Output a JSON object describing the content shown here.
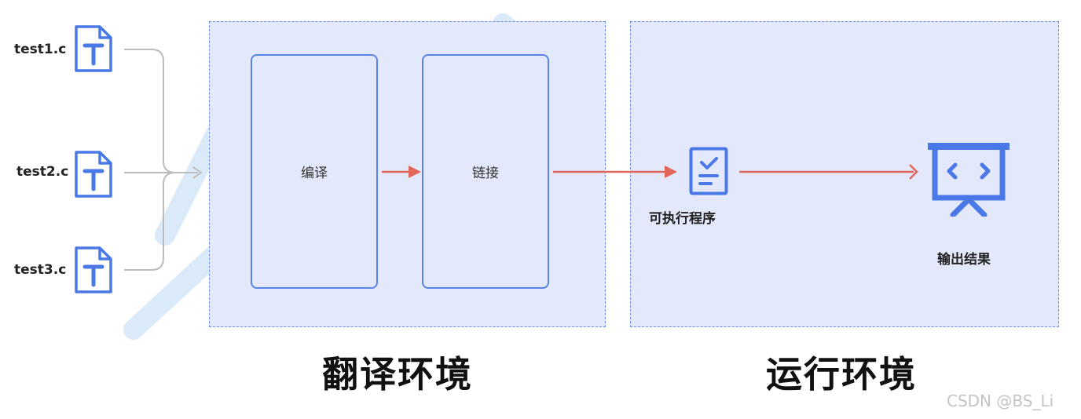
{
  "files": [
    {
      "name": "test1.c",
      "icon": "text-file-icon"
    },
    {
      "name": "test2.c",
      "icon": "text-file-icon"
    },
    {
      "name": "test3.c",
      "icon": "text-file-icon"
    }
  ],
  "translation_env": {
    "title": "翻译环境",
    "stages": [
      "编译",
      "链接"
    ]
  },
  "runtime_env": {
    "title": "运行环境",
    "executable_label": "可执行程序",
    "executable_icon": "checklist-document-icon",
    "output_label": "输出结果",
    "output_icon": "presentation-screen-icon"
  },
  "watermark": "CSDN @BS_Li",
  "colors": {
    "accent_blue": "#5a83e6",
    "arrow_red": "#e2675b",
    "connector_gray": "#bdbdbd",
    "env_fill": "#e3e8fb"
  }
}
